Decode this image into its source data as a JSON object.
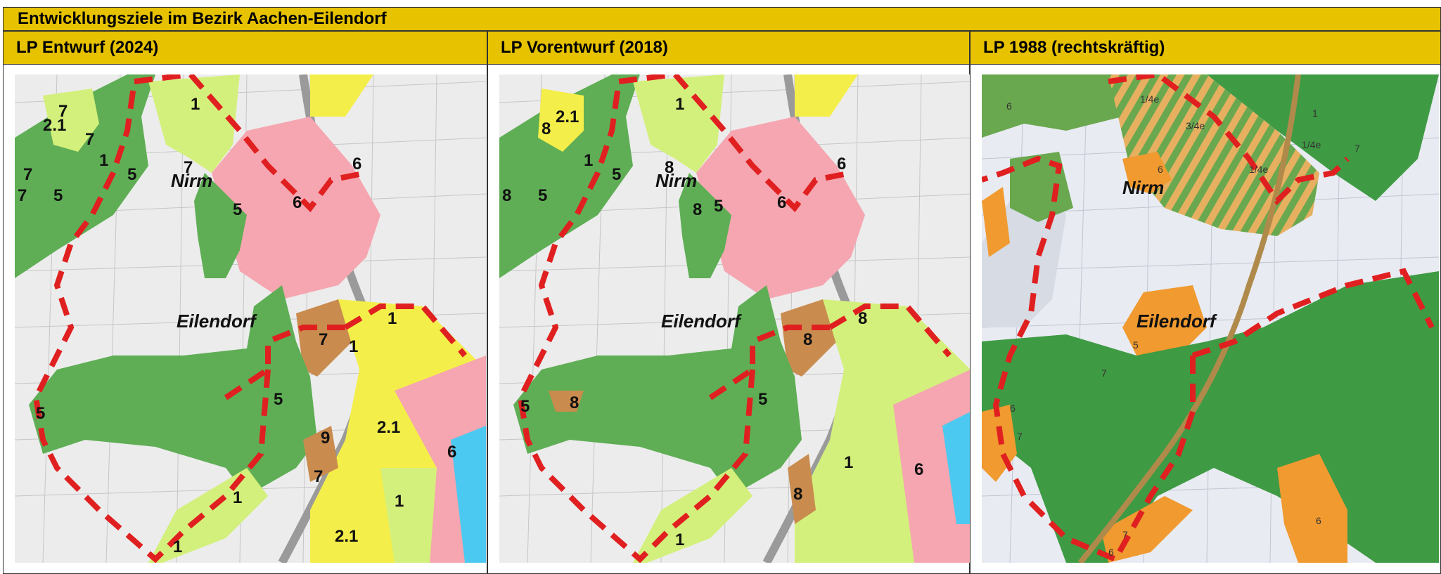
{
  "title": "Entwicklungsziele im Bezirk Aachen-Eilendorf",
  "columns": [
    {
      "heading": "LP Entwurf (2024)"
    },
    {
      "heading": "LP Vorentwurf (2018)"
    },
    {
      "heading": "LP 1988 (rechtskräftig)"
    }
  ],
  "maps": {
    "entwurf_2024": {
      "places": [
        "Nirm",
        "Eilendorf"
      ],
      "zones": [
        "7",
        "2.1",
        "7",
        "1",
        "1",
        "7",
        "5",
        "7",
        "5",
        "7",
        "5",
        "6",
        "6",
        "1",
        "7",
        "1",
        "5",
        "5",
        "9",
        "2.1",
        "7",
        "1",
        "1",
        "1",
        "2.1",
        "6"
      ]
    },
    "vorentwurf_2018": {
      "places": [
        "Nirm",
        "Eilendorf"
      ],
      "zones": [
        "8",
        "2.1",
        "1",
        "1",
        "8",
        "5",
        "8",
        "5",
        "8",
        "5",
        "6",
        "6",
        "8",
        "8",
        "5",
        "8",
        "5",
        "1",
        "8",
        "1",
        "6"
      ]
    },
    "lp_1988": {
      "places": [
        "Nirm",
        "Eilendorf"
      ],
      "zones": [
        "6",
        "1/4e",
        "3/4e",
        "1",
        "1/4e",
        "6",
        "1/4e",
        "7",
        "5",
        "7",
        "6",
        "7",
        "6",
        "6",
        "7"
      ]
    }
  },
  "colors": {
    "header": "#e6c200",
    "zone_green": "#5fae55",
    "zone_light_green": "#d4f07c",
    "zone_yellow": "#f4ee4a",
    "zone_pink": "#f5a6b0",
    "zone_brown": "#c98b4e",
    "zone_orange": "#f0a23c",
    "zone_blue": "#4cc9f0",
    "boundary_red": "#e02020",
    "urban": "#d9d9d9"
  }
}
